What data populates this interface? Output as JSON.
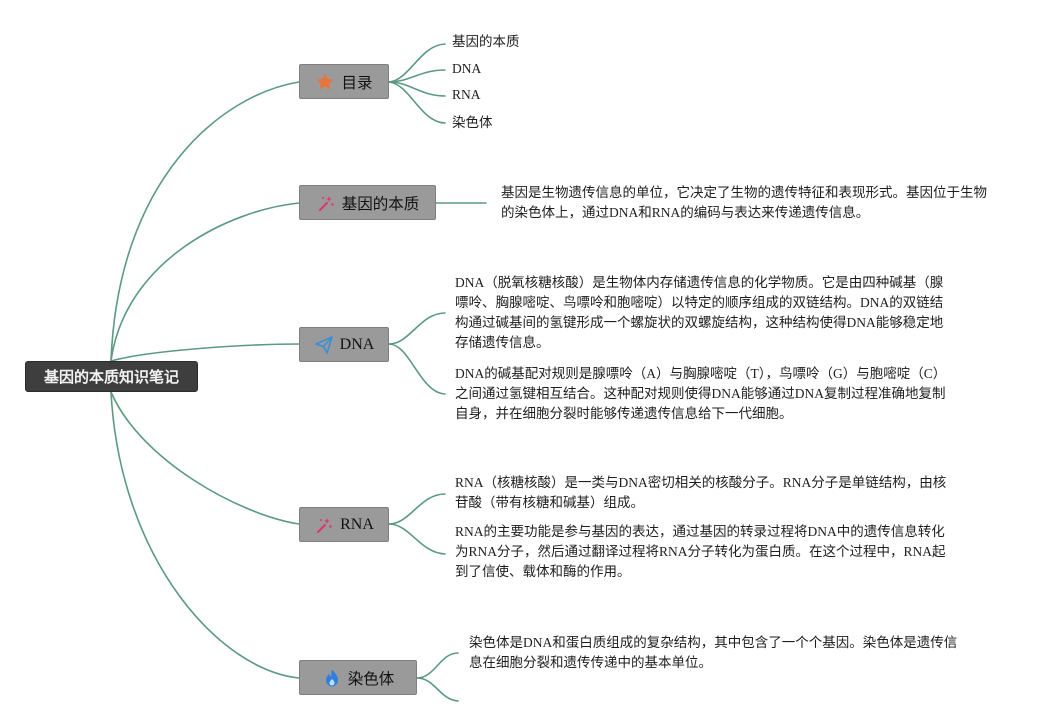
{
  "root": {
    "title": "基因的本质知识笔记"
  },
  "branches": [
    {
      "label": "目录",
      "icon": "star-icon"
    },
    {
      "label": "基因的本质",
      "icon": "magic-wand-icon"
    },
    {
      "label": "DNA",
      "icon": "paper-plane-icon"
    },
    {
      "label": "RNA",
      "icon": "magic-wand-icon"
    },
    {
      "label": "染色体",
      "icon": "flame-icon"
    }
  ],
  "toc_items": [
    "基因的本质",
    "DNA",
    "RNA",
    "染色体"
  ],
  "notes": {
    "gene": "基因是生物遗传信息的单位，它决定了生物的遗传特征和表现形式。基因位于生物的染色体上，通过DNA和RNA的编码与表达来传递遗传信息。",
    "dna_1": "DNA（脱氧核糖核酸）是生物体内存储遗传信息的化学物质。它是由四种碱基（腺嘌呤、胸腺嘧啶、鸟嘌呤和胞嘧啶）以特定的顺序组成的双链结构。DNA的双链结构通过碱基间的氢键形成一个螺旋状的双螺旋结构，这种结构使得DNA能够稳定地存储遗传信息。",
    "dna_2": "DNA的碱基配对规则是腺嘌呤（A）与胸腺嘧啶（T），鸟嘌呤（G）与胞嘧啶（C）之间通过氢键相互结合。这种配对规则使得DNA能够通过DNA复制过程准确地复制自身，并在细胞分裂时能够传递遗传信息给下一代细胞。",
    "rna_1": "RNA（核糖核酸）是一类与DNA密切相关的核酸分子。RNA分子是单链结构，由核苷酸（带有核糖和碱基）组成。",
    "rna_2": "RNA的主要功能是参与基因的表达，通过基因的转录过程将DNA中的遗传信息转化为RNA分子，然后通过翻译过程将RNA分子转化为蛋白质。在这个过程中，RNA起到了信使、载体和酶的作用。",
    "chromosome": "染色体是DNA和蛋白质组成的复杂结构，其中包含了一个个基因。染色体是遗传信息在细胞分裂和遗传传递中的基本单位。"
  },
  "colors": {
    "connector": "#5b9a80",
    "root_bg": "#3e3e3e",
    "branch_bg": "#9a9a9a",
    "star": "#e8743b",
    "wand": "#e0356b",
    "plane": "#3a8fd8",
    "flame": "#2f7fe0"
  }
}
